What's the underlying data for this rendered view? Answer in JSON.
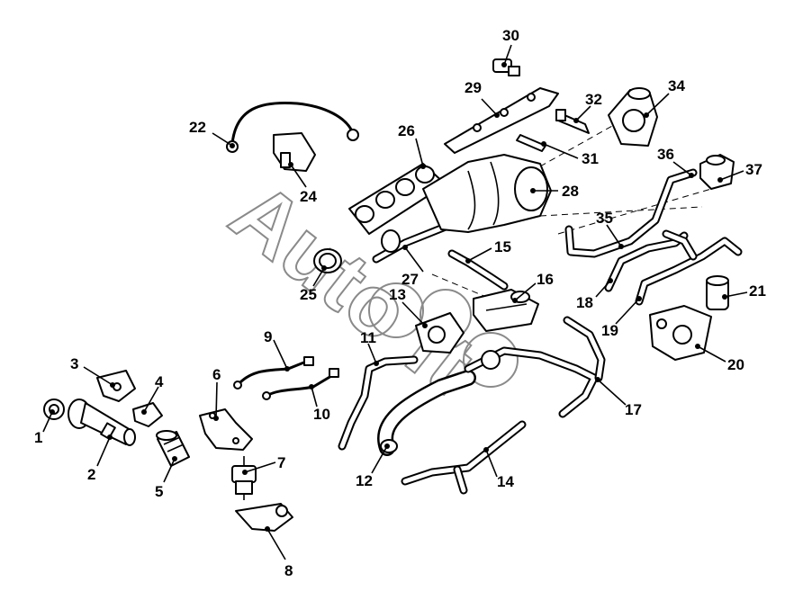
{
  "watermark": {
    "text": "Auto ft"
  },
  "callouts": [
    "1",
    "2",
    "3",
    "4",
    "5",
    "6",
    "7",
    "8",
    "9",
    "10",
    "11",
    "12",
    "13",
    "14",
    "15",
    "16",
    "17",
    "18",
    "19",
    "20",
    "21",
    "22",
    "24",
    "25",
    "26",
    "27",
    "28",
    "29",
    "30",
    "31",
    "32",
    "34",
    "35",
    "36",
    "37"
  ]
}
